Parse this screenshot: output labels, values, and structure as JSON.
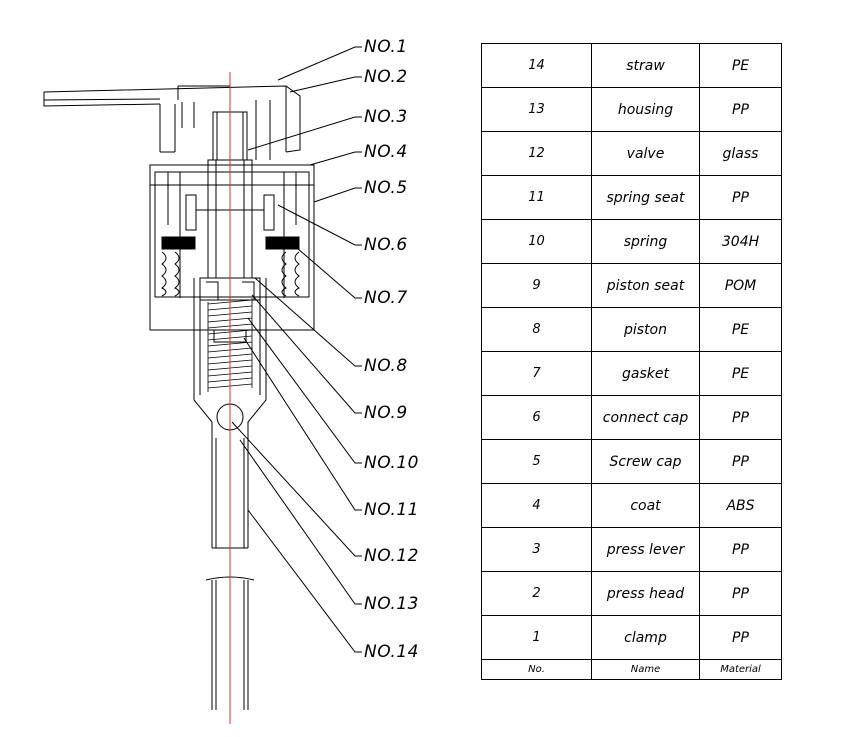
{
  "callouts": [
    "NO.1",
    "NO.2",
    "NO.3",
    "NO.4",
    "NO.5",
    "NO.6",
    "NO.7",
    "NO.8",
    "NO.9",
    "NO.10",
    "NO.11",
    "NO.12",
    "NO.13",
    "NO.14"
  ],
  "parts_table": {
    "header": {
      "no": "No.",
      "name": "Name",
      "material": "Material"
    },
    "rows": [
      {
        "no": "14",
        "name": "straw",
        "material": "PE"
      },
      {
        "no": "13",
        "name": "housing",
        "material": "PP"
      },
      {
        "no": "12",
        "name": "valve",
        "material": "glass"
      },
      {
        "no": "11",
        "name": "spring seat",
        "material": "PP"
      },
      {
        "no": "10",
        "name": "spring",
        "material": "304H"
      },
      {
        "no": "9",
        "name": "piston seat",
        "material": "POM"
      },
      {
        "no": "8",
        "name": "piston",
        "material": "PE"
      },
      {
        "no": "7",
        "name": "gasket",
        "material": "PE"
      },
      {
        "no": "6",
        "name": "connect cap",
        "material": "PP"
      },
      {
        "no": "5",
        "name": "Screw cap",
        "material": "PP"
      },
      {
        "no": "4",
        "name": "coat",
        "material": "ABS"
      },
      {
        "no": "3",
        "name": "press lever",
        "material": "PP"
      },
      {
        "no": "2",
        "name": "press head",
        "material": "PP"
      },
      {
        "no": "1",
        "name": "clamp",
        "material": "PP"
      }
    ]
  },
  "colors": {
    "line": "#000000",
    "centerline": "#e03030"
  }
}
